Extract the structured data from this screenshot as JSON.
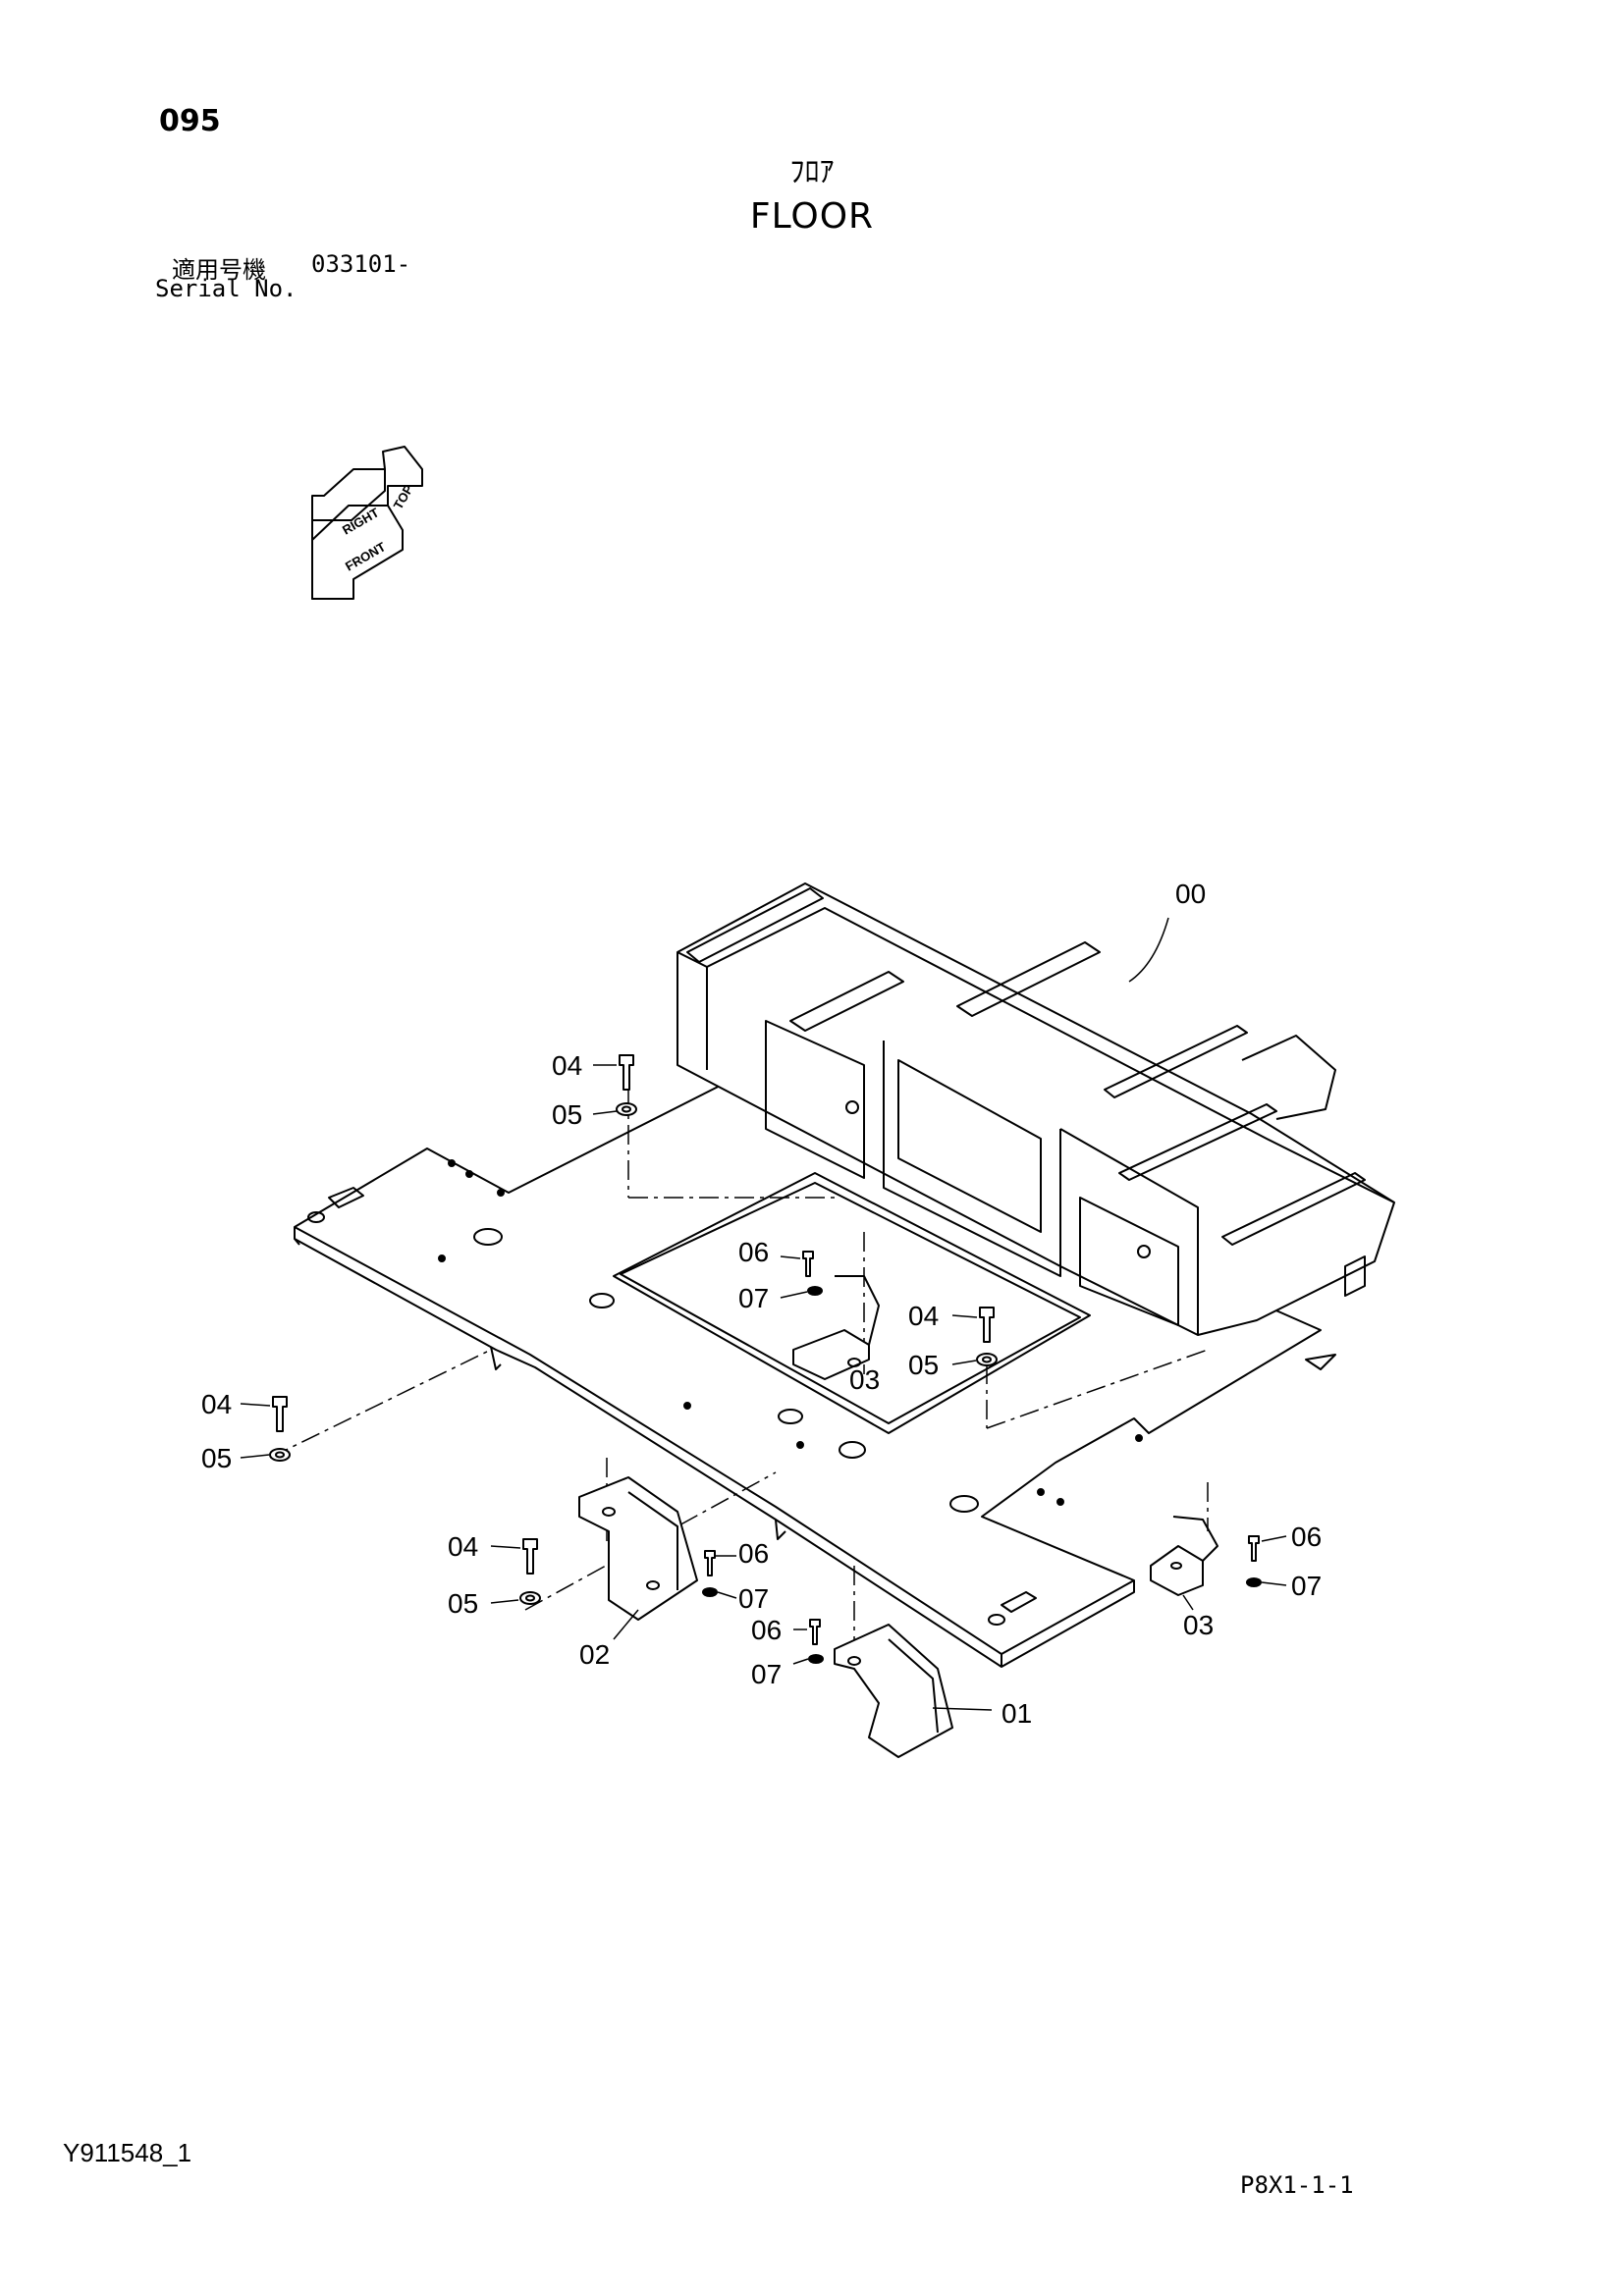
{
  "header": {
    "page_number": "095",
    "title_jp": "ﾌﾛｱ",
    "title_en": "FLOOR",
    "serial_label_jp": "適用号機",
    "serial_value": "033101-",
    "serial_label_en": "Serial No."
  },
  "orientation_icon": {
    "labels": [
      "TOP",
      "RIGHT",
      "FRONT"
    ]
  },
  "callouts": {
    "c00": "00",
    "c01": "01",
    "c02": "02",
    "c03a": "03",
    "c03b": "03",
    "c04a": "04",
    "c04b": "04",
    "c04c": "04",
    "c04d": "04",
    "c05a": "05",
    "c05b": "05",
    "c05c": "05",
    "c05d": "05",
    "c06a": "06",
    "c06b": "06",
    "c06c": "06",
    "c06d": "06",
    "c07a": "07",
    "c07b": "07",
    "c07c": "07",
    "c07d": "07"
  },
  "footer": {
    "drawing_id": "Y911548_1",
    "page_code": "P8X1-1-1"
  }
}
